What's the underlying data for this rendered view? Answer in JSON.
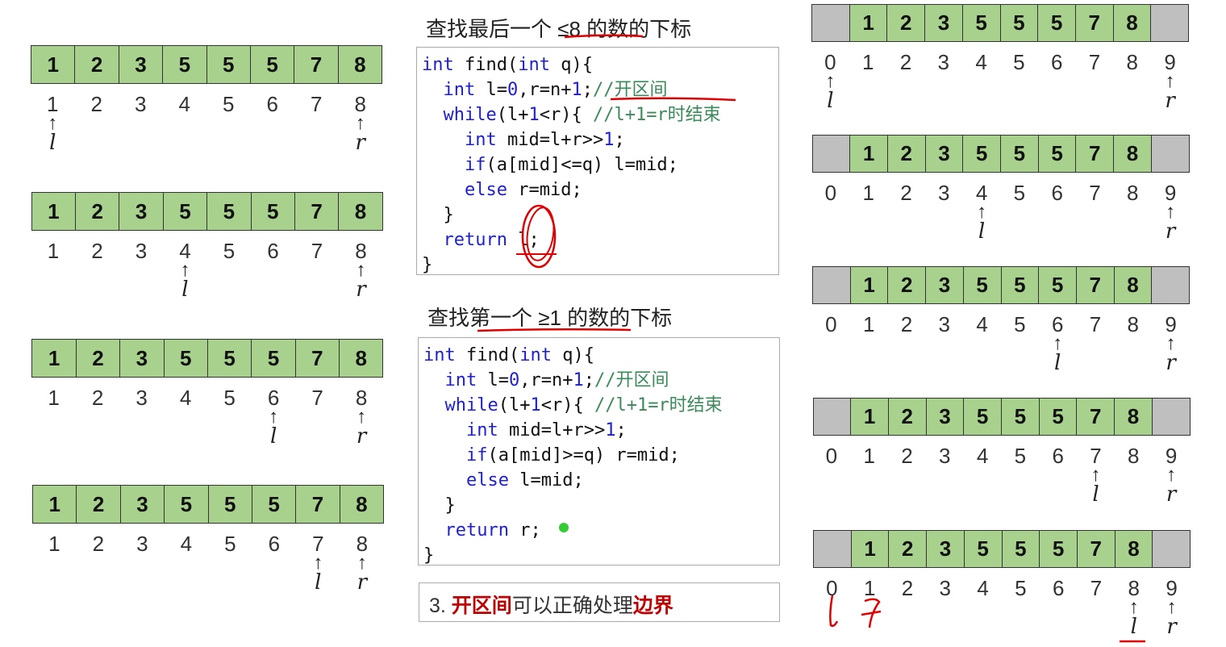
{
  "values": [
    "1",
    "2",
    "3",
    "5",
    "5",
    "5",
    "7",
    "8"
  ],
  "left_index_labels": [
    "1",
    "2",
    "3",
    "4",
    "5",
    "6",
    "7",
    "8"
  ],
  "right_index_labels": [
    "0",
    "1",
    "2",
    "3",
    "4",
    "5",
    "6",
    "7",
    "8",
    "9"
  ],
  "pointer_labels": {
    "l": "l",
    "r": "r",
    "arrow": "↑"
  },
  "left_steps": [
    {
      "l": 1,
      "r": 8
    },
    {
      "l": 4,
      "r": 8
    },
    {
      "l": 6,
      "r": 8
    },
    {
      "l": 7,
      "r": 8
    }
  ],
  "right_steps": [
    {
      "l": 0,
      "r": 9
    },
    {
      "l": 4,
      "r": 9
    },
    {
      "l": 6,
      "r": 9
    },
    {
      "l": 7,
      "r": 9
    },
    {
      "l": 8,
      "r": 9
    }
  ],
  "block1": {
    "title": "查找最后一个 ≤8 的数的下标",
    "code": [
      [
        [
          "kw",
          "int"
        ],
        [
          "pl",
          " find("
        ],
        [
          "kw",
          "int"
        ],
        [
          "pl",
          " q){"
        ]
      ],
      [
        [
          "pl",
          "  "
        ],
        [
          "kw",
          "int"
        ],
        [
          "pl",
          " l="
        ],
        [
          "kw",
          "0"
        ],
        [
          "pl",
          ",r=n+"
        ],
        [
          "kw",
          "1"
        ],
        [
          "pl",
          ";"
        ],
        [
          "cm",
          "//开区间"
        ]
      ],
      [
        [
          "pl",
          "  "
        ],
        [
          "kw",
          "while"
        ],
        [
          "pl",
          "(l+"
        ],
        [
          "kw",
          "1"
        ],
        [
          "pl",
          "<r){ "
        ],
        [
          "cm",
          "//l+1=r时结束"
        ]
      ],
      [
        [
          "pl",
          "    "
        ],
        [
          "kw",
          "int"
        ],
        [
          "pl",
          " mid=l+r>>"
        ],
        [
          "kw",
          "1"
        ],
        [
          "pl",
          ";"
        ]
      ],
      [
        [
          "pl",
          "    "
        ],
        [
          "kw",
          "if"
        ],
        [
          "pl",
          "(a[mid]<=q) l=mid;"
        ]
      ],
      [
        [
          "pl",
          "    "
        ],
        [
          "kw",
          "else"
        ],
        [
          "pl",
          " r=mid;"
        ]
      ],
      [
        [
          "pl",
          "  }"
        ]
      ],
      [
        [
          "pl",
          "  "
        ],
        [
          "kw",
          "return"
        ],
        [
          "pl",
          " l;"
        ]
      ],
      [
        [
          "pl",
          "}"
        ]
      ]
    ]
  },
  "block2": {
    "title": "查找第一个 ≥1 的数的下标",
    "code": [
      [
        [
          "kw",
          "int"
        ],
        [
          "pl",
          " find("
        ],
        [
          "kw",
          "int"
        ],
        [
          "pl",
          " q){"
        ]
      ],
      [
        [
          "pl",
          "  "
        ],
        [
          "kw",
          "int"
        ],
        [
          "pl",
          " l="
        ],
        [
          "kw",
          "0"
        ],
        [
          "pl",
          ",r=n+"
        ],
        [
          "kw",
          "1"
        ],
        [
          "pl",
          ";"
        ],
        [
          "cm",
          "//开区间"
        ]
      ],
      [
        [
          "pl",
          "  "
        ],
        [
          "kw",
          "while"
        ],
        [
          "pl",
          "(l+"
        ],
        [
          "kw",
          "1"
        ],
        [
          "pl",
          "<r){ "
        ],
        [
          "cm",
          "//l+1=r时结束"
        ]
      ],
      [
        [
          "pl",
          "    "
        ],
        [
          "kw",
          "int"
        ],
        [
          "pl",
          " mid=l+r>>"
        ],
        [
          "kw",
          "1"
        ],
        [
          "pl",
          ";"
        ]
      ],
      [
        [
          "pl",
          "    "
        ],
        [
          "kw",
          "if"
        ],
        [
          "pl",
          "(a[mid]>=q) r=mid;"
        ]
      ],
      [
        [
          "pl",
          "    "
        ],
        [
          "kw",
          "else"
        ],
        [
          "pl",
          " l=mid;"
        ]
      ],
      [
        [
          "pl",
          "  }"
        ]
      ],
      [
        [
          "pl",
          "  "
        ],
        [
          "kw",
          "return"
        ],
        [
          "pl",
          " r;"
        ]
      ],
      [
        [
          "pl",
          "}"
        ]
      ]
    ]
  },
  "note": {
    "prefix": "3. ",
    "hl1": "开区间",
    "mid": "可以正确处理",
    "hl2": "边界"
  },
  "colors": {
    "cell": "#a9d18e",
    "sentinel": "#bfbfbf",
    "ink": "#e00000"
  }
}
